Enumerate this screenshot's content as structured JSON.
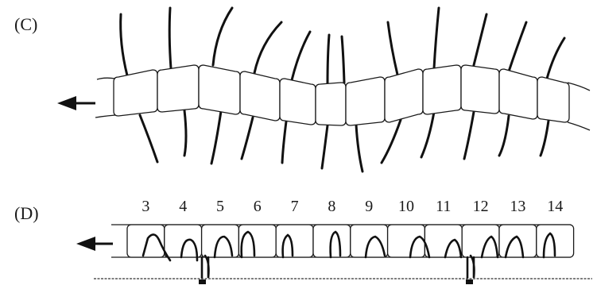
{
  "panel_c": {
    "label": "(C)",
    "direction": "left"
  },
  "panel_d": {
    "label": "(D)",
    "direction": "left",
    "segments": [
      "3",
      "4",
      "5",
      "6",
      "7",
      "8",
      "9",
      "10",
      "11",
      "12",
      "13",
      "14"
    ]
  }
}
